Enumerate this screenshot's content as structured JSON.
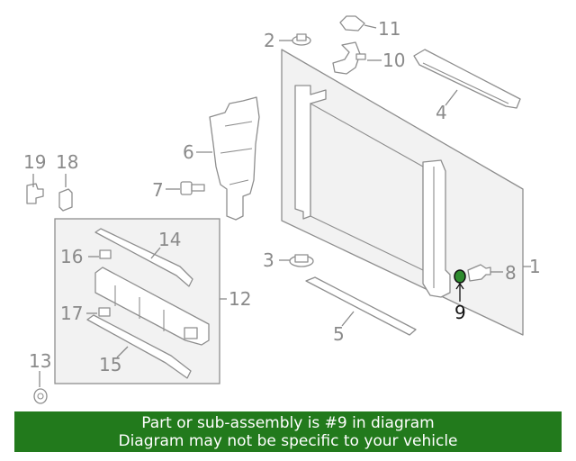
{
  "callouts": [
    {
      "id": "1",
      "label": "1"
    },
    {
      "id": "2",
      "label": "2"
    },
    {
      "id": "3",
      "label": "3"
    },
    {
      "id": "4",
      "label": "4"
    },
    {
      "id": "5",
      "label": "5"
    },
    {
      "id": "6",
      "label": "6"
    },
    {
      "id": "7",
      "label": "7"
    },
    {
      "id": "8",
      "label": "8"
    },
    {
      "id": "9",
      "label": "9",
      "highlighted": true
    },
    {
      "id": "10",
      "label": "10"
    },
    {
      "id": "11",
      "label": "11"
    },
    {
      "id": "12",
      "label": "12"
    },
    {
      "id": "13",
      "label": "13"
    },
    {
      "id": "14",
      "label": "14"
    },
    {
      "id": "15",
      "label": "15"
    },
    {
      "id": "16",
      "label": "16"
    },
    {
      "id": "17",
      "label": "17"
    },
    {
      "id": "18",
      "label": "18"
    },
    {
      "id": "19",
      "label": "19"
    }
  ],
  "banner": {
    "line1": "Part or sub-assembly is #9 in diagram",
    "line2": "Diagram may not be specific to your vehicle"
  },
  "colors": {
    "banner_bg": "#227a1c",
    "banner_text": "#ffffff",
    "linework": "#8e8e8e",
    "highlight_part": "#2e8b2e",
    "highlight_label": "#111111"
  }
}
